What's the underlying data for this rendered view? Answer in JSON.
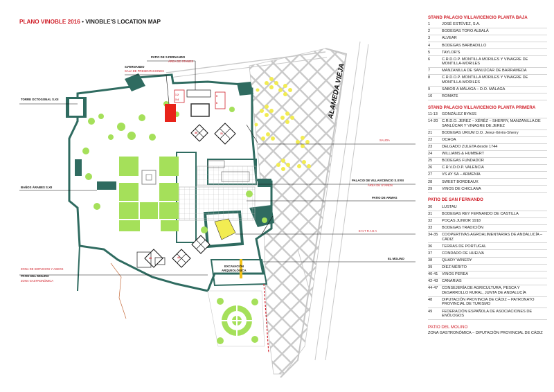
{
  "title": {
    "prefix": "PLANO VINOBLE 2016",
    "separator": " • ",
    "main": "VINOBLE'S LOCATION MAP"
  },
  "map_labels": {
    "patio_fernando": "PATIO DE S.FERNANDO",
    "area_stands_1": "ÁREA DE STANDS",
    "sfernando": "S.FERNANDO",
    "sala": "SALA DE PRESENTACIONES",
    "torre": "TORRE OCTOGONAL S.XII",
    "banos": "BAÑOS ÁRABES S.XII",
    "salida": "SALIDA",
    "palacio": "PALACIO DE VILLAVICENCIO S.XVIII",
    "area_stands_2": "ÁREA DE STANDS",
    "patio_armas": "PATIO DE ARMAS",
    "entrada": "E N T R A D A",
    "el_molino": "EL MOLINO",
    "zona_servicios": "ZONA DE SERVICIOS Y ASEOS",
    "patio_molino": "PATIO DEL MOLINO",
    "zona_gastro": "ZONA GASTRONÓMICA",
    "excavacion": "EXCAVACIÓN",
    "arqueologica": "ARQUEOLÓGICA",
    "alameda": "ALAMEDA VIEJA"
  },
  "colors": {
    "wall": "#2f6b60",
    "tree": "#a5e05a",
    "lemon": "#f2ec52",
    "accent": "#d0202a",
    "stand_red": "#e8231a"
  },
  "legend": {
    "sections": [
      {
        "title": "STAND PALACIO VILLAVICENCIO PLANTA BAJA",
        "items": [
          {
            "n": "1",
            "t": "JOSÉ ESTÉVEZ, S.A."
          },
          {
            "n": "2",
            "t": "BODEGAS TORO ALBALÁ"
          },
          {
            "n": "3",
            "t": "ALVEAR"
          },
          {
            "n": "4",
            "t": "BODEGAS BARBADILLO"
          },
          {
            "n": "5",
            "t": "TAYLOR'S"
          },
          {
            "n": "6",
            "t": "C.R.D.O.P. MONTILLA MORILES Y VINAGRE DE MONTILLA-MORILES"
          },
          {
            "n": "7",
            "t": "MANZANILLA DE SANLÚCAR DE BARRAMEDA"
          },
          {
            "n": "8",
            "t": "C.R.D.O.P. MONTILLA MORILES Y VINAGRE DE MONTILLA-MORILES"
          },
          {
            "n": "9",
            "t": "SABOR A MÁLAGA – D.O. MÁLAGA"
          },
          {
            "n": "10",
            "t": "ROMATE"
          }
        ]
      },
      {
        "title": "STAND PALACIO VILLAVICENCIO PLANTA PRIMERA",
        "items": [
          {
            "n": "11-13",
            "t": "GONZÁLEZ BYASS"
          },
          {
            "n": "14-20",
            "t": "C.R.D.O. JEREZ – XÉRÈZ – SHERRY, MANZANILLA DE SANLÚCAR Y VINAGRE DE JEREZ"
          },
          {
            "n": "21",
            "t": "BODEGAS URIUM D.O. Jerez-Xérès-Sherry"
          },
          {
            "n": "22",
            "t": "OCHOA"
          },
          {
            "n": "23",
            "t": "DELGADO ZULETA desde 1744"
          },
          {
            "n": "24",
            "t": "WILLIAMS & HUMBERT"
          },
          {
            "n": "25",
            "t": "BODEGAS FUNDADOR"
          },
          {
            "n": "26",
            "t": "C.R.V.D.O.P. VALENCIA"
          },
          {
            "n": "27",
            "t": "VS AY SA – ARMENIA"
          },
          {
            "n": "28",
            "t": "SWEET BORDEAUX"
          },
          {
            "n": "29",
            "t": "VINOS DE CHICLANA"
          }
        ]
      },
      {
        "title": "PATIO DE SAN FERNANDO",
        "items": [
          {
            "n": "30",
            "t": "LUSTAU"
          },
          {
            "n": "31",
            "t": "BODEGAS REY FERNANDO DE CASTILLA"
          },
          {
            "n": "32",
            "t": "POÇAS JUNIOR 1918"
          },
          {
            "n": "33",
            "t": "BODEGAS TRADICIÓN"
          },
          {
            "n": "34-35",
            "t": "COOPERTIVAS AGROALIMENTARIAS DE ANDALUCÍA – CÁDIZ"
          },
          {
            "n": "36",
            "t": "TERRAS DE PORTUGAL"
          },
          {
            "n": "37",
            "t": "CONDADO DE HUELVA"
          },
          {
            "n": "38",
            "t": "QUADY WINERY"
          },
          {
            "n": "39",
            "t": "DÍEZ MÉRITO"
          },
          {
            "n": "40-41",
            "t": "VINOS PEREA"
          },
          {
            "n": "42-43",
            "t": "CANARIAS"
          },
          {
            "n": "44-47",
            "t": "CONSEJERÍA DE AGRICULTURA, PESCA Y DESARROLLO RURAL, JUNTA DE ANDALUCÍA"
          },
          {
            "n": "48",
            "t": "DIPUTACIÓN PROVINCIA DE CÁDIZ – PATRONATO PROVINCIAL DE TURISMO"
          },
          {
            "n": "49",
            "t": "FEDERACIÓN ESPAÑOLA DE ASOCIACIONES DE ENÓLOGOS"
          }
        ]
      }
    ],
    "molino": {
      "title": "PATIO DEL MOLINO",
      "text": "ZONA GASTRONÓMICA – DIPUTACIÓN PROVINCIAL DE CÁDIZ"
    }
  }
}
